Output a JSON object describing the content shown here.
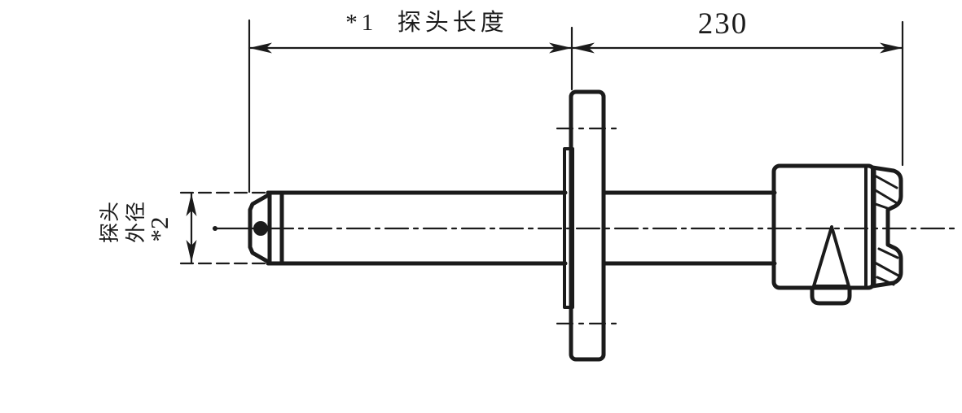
{
  "drawing": {
    "labels": {
      "probe_length": "*1  探头长度",
      "length_230": "230",
      "od_line1": "探头",
      "od_line2": "外径",
      "od_note": "*2"
    },
    "colors": {
      "ink": "#1b1b1b",
      "paper": "#ffffff"
    }
  }
}
